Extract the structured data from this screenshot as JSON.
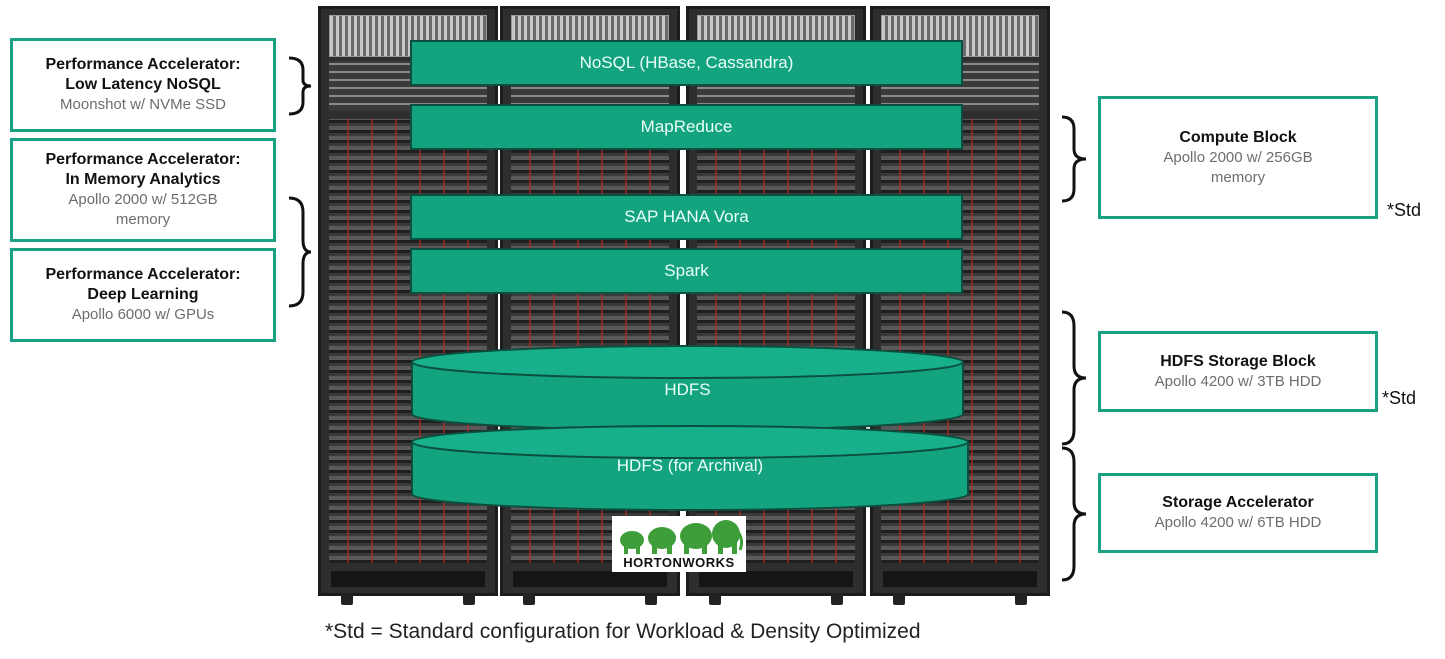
{
  "left_boxes": [
    {
      "title1": "Performance Accelerator:",
      "title2": "Low Latency NoSQL",
      "sub1": "Moonshot w/ NVMe SSD",
      "sub2": ""
    },
    {
      "title1": "Performance Accelerator:",
      "title2": "In Memory Analytics",
      "sub1": "Apollo 2000 w/ 512GB",
      "sub2": "memory"
    },
    {
      "title1": "Performance Accelerator:",
      "title2": "Deep Learning",
      "sub1": "Apollo 6000 w/ GPUs",
      "sub2": ""
    }
  ],
  "right_boxes": [
    {
      "title1": "Compute Block",
      "sub1": "Apollo 2000 w/ 256GB",
      "sub2": "memory",
      "std": "*Std"
    },
    {
      "title1": "HDFS Storage Block",
      "sub1": "Apollo 4200 w/ 3TB HDD",
      "sub2": "",
      "std": "*Std"
    },
    {
      "title1": "Storage Accelerator",
      "sub1": "Apollo 4200 w/ 6TB HDD",
      "sub2": "",
      "std": ""
    }
  ],
  "layers": [
    "NoSQL (HBase, Cassandra)",
    "MapReduce",
    "SAP HANA Vora",
    "Spark"
  ],
  "storage": [
    "HDFS",
    "HDFS (for Archival)"
  ],
  "logo_text": "HORTONWORKS",
  "footnote": "*Std = Standard configuration for Workload & Density Optimized",
  "colors": {
    "accent": "#14a37f",
    "border": "#1aa083"
  }
}
